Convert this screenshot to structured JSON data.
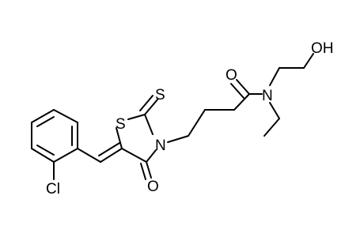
{
  "molecule": {
    "atom_labels": {
      "S_ring": "S",
      "S_thione": "S",
      "N_ring": "N",
      "O_ring": "O",
      "Cl": "Cl",
      "O_amide": "O",
      "N_amide": "N",
      "OH": "OH"
    },
    "colors": {
      "bond": "#000000",
      "label": "#000000",
      "background": "#ffffff"
    }
  }
}
